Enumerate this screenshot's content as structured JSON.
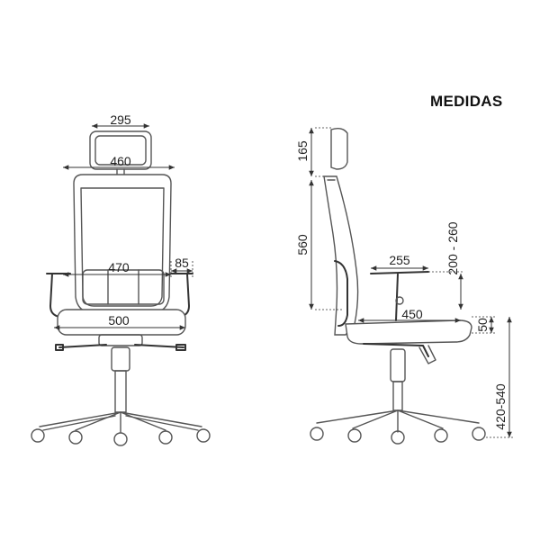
{
  "title": "MEDIDAS",
  "front_view": {
    "headrest_width": "295",
    "backrest_width": "460",
    "seat_width": "470",
    "armrest_width": "85",
    "base_width": "500"
  },
  "side_view": {
    "headrest_height": "165",
    "backrest_height": "560",
    "armrest_depth": "255",
    "armrest_height": "200 - 260",
    "seat_depth": "450",
    "seat_thickness": "50",
    "seat_height": "420-540"
  },
  "colors": {
    "line": "#555555",
    "dimension": "#333333",
    "background": "#ffffff"
  }
}
